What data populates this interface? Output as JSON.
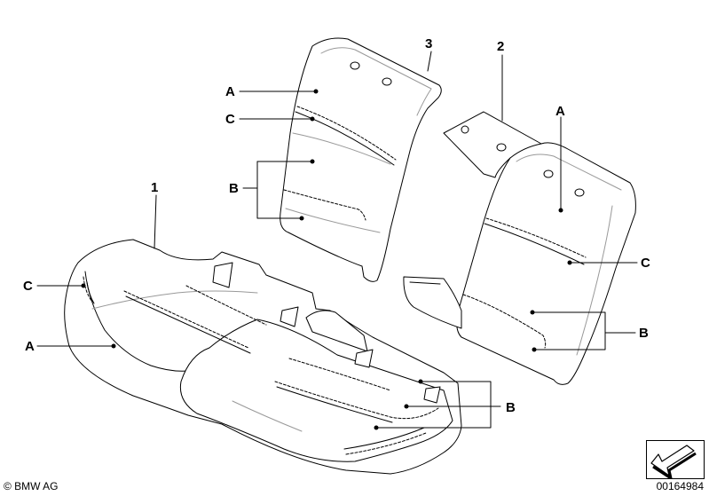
{
  "callouts": {
    "part1": "1",
    "part2": "2",
    "part3": "3",
    "a_seat": "A",
    "c_seat": "C",
    "a_upper": "A",
    "c_upper": "C",
    "b_upper": "B",
    "a_right": "A",
    "c_right": "C",
    "b_right": "B",
    "b_seat": "B"
  },
  "footer": {
    "copyright": "© BMW AG",
    "image_number": "00164984"
  },
  "icons": {
    "view_arrow": "direction-arrow-icon"
  },
  "colors": {
    "line": "#000000",
    "background": "#ffffff",
    "fold_shade": "#bbbbbb"
  }
}
